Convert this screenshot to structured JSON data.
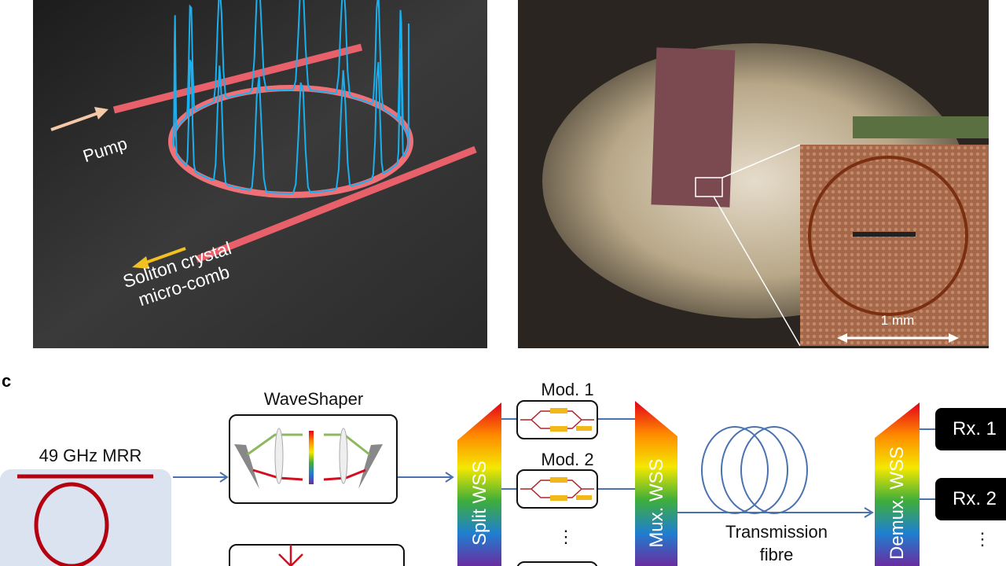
{
  "panel_a": {
    "pump_label": "Pump",
    "output_label_line1": "Soliton crystal",
    "output_label_line2": "micro-comb"
  },
  "panel_b": {
    "scale_label": "1 mm"
  },
  "panel_c": {
    "panel_letter": "c",
    "mrr_label": "49 GHz MRR",
    "waveshaper_label": "WaveShaper",
    "split_wss_label": "Split WSS",
    "mod1_label": "Mod. 1",
    "mod2_label": "Mod. 2",
    "mod_ellipsis": "⋮",
    "mux_wss_label": "Mux. WSS",
    "fibre_label_line1": "Transmission",
    "fibre_label_line2": "fibre",
    "demux_wss_label": "Demux. WSS",
    "rx1_label": "Rx. 1",
    "rx2_label": "Rx. 2",
    "rx_ellipsis": "⋮"
  }
}
